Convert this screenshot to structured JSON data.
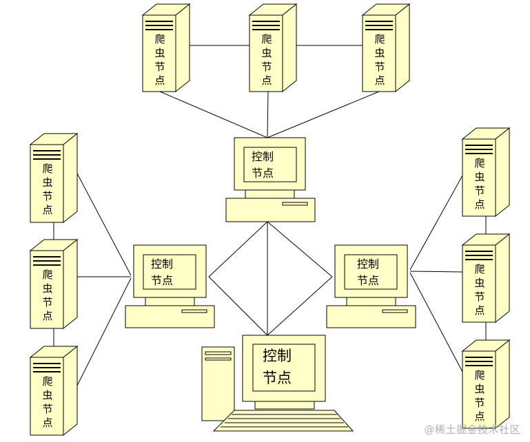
{
  "labels": {
    "crawler": [
      "爬",
      "虫",
      "节",
      "点"
    ],
    "control": [
      "控制",
      "节点"
    ]
  },
  "watermark": "@稀土掘金技术社区",
  "colors": {
    "fill": "#FFFFC8",
    "stroke": "#000000",
    "background": "#FFFFFF",
    "watermark": "#B0B0B0"
  },
  "nodes": {
    "crawler_count": 9,
    "control_count": 4
  }
}
